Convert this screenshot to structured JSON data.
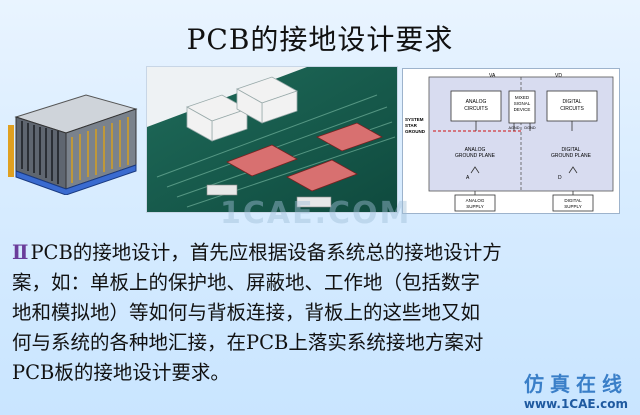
{
  "slide": {
    "title": "PCB的接地设计要求",
    "watermark": "1CAE.COM",
    "bullet_marker": "Ⅱ",
    "body_lines": [
      "PCB的接地设计，首先应根据设备系统总的接地设计方",
      "案，如：单板上的保护地、屏蔽地、工作地（包括数字",
      "地和模拟地）等如何与背板连接，背板上的这些地又如",
      "何与系统的各种地汇接，在PCB上落实系统接地方案对",
      "PCB板的接地设计要求。"
    ]
  },
  "diagram": {
    "va": "VA",
    "vd": "VD",
    "analog_circuits": [
      "ANALOG",
      "CIRCUITS"
    ],
    "mixed_device": [
      "MIXED",
      "SIGNAL",
      "DEVICE"
    ],
    "digital_circuits": [
      "DIGITAL",
      "CIRCUITS"
    ],
    "agnd": "AGND",
    "dgnd": "DGND",
    "system_star_ground": [
      "SYSTEM",
      "STAR",
      "GROUND"
    ],
    "analog_plane": [
      "ANALOG",
      "GROUND PLANE"
    ],
    "digital_plane": [
      "DIGITAL",
      "GROUND PLANE"
    ],
    "analog_supply": [
      "ANALOG",
      "SUPPLY"
    ],
    "digital_supply": [
      "DIGITAL",
      "SUPPLY"
    ],
    "a": "A",
    "d": "D"
  },
  "branding": {
    "name": "仿真在线",
    "url": "www.1CAE.com"
  },
  "colors": {
    "bullet": "#6a3c9a",
    "brand": "#3a7fc8",
    "diagram_plane": "#d8dcf0",
    "ground_line": "#d01010"
  }
}
